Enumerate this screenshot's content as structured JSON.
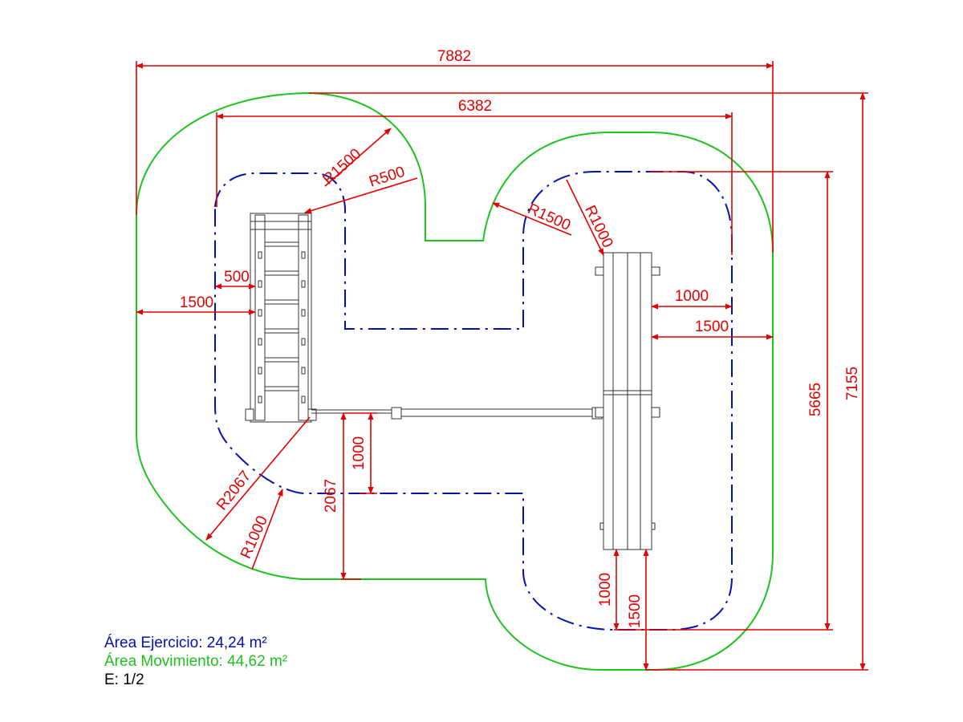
{
  "dimensions": {
    "overall_width": "7882",
    "inner_width": "6382",
    "overall_height": "7155",
    "right_height": "5665",
    "r1500_top_left": "R1500",
    "r500": "R500",
    "r1500_top_right": "R1500",
    "r1000_top_right": "R1000",
    "left_500": "500",
    "left_1500": "1500",
    "right_1000": "1000",
    "right_1500": "1500",
    "mid_1000": "1000",
    "mid_2067": "2067",
    "r2067": "R2067",
    "r1000_bottom_left": "R1000",
    "bottom_1000": "1000",
    "bottom_1500": "1500"
  },
  "legend": {
    "exercise_area": "Área Ejercicio: 24,24 m²",
    "movement_area": "Área Movimiento: 44,62 m²",
    "scale": "E: 1/2"
  },
  "colors": {
    "dimension": "#e30000",
    "movement_area": "#1ec21e",
    "exercise_area": "#0012b5",
    "machine": "#333333"
  }
}
